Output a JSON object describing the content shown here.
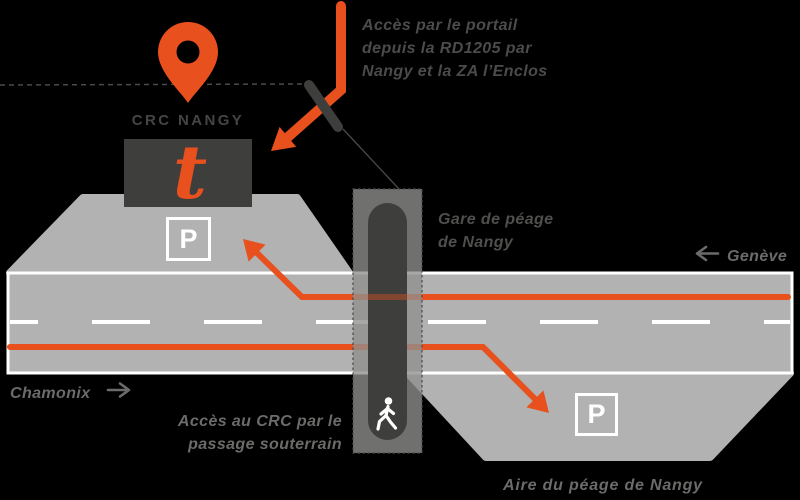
{
  "marker": {
    "location": "CRC NANGY",
    "logo_letter": "t"
  },
  "notes": {
    "portal_access": {
      "line1": "Accès par le portail",
      "line2": "depuis la RD1205 par",
      "line3": "Nangy et la ZA l’Enclos"
    },
    "toll_station": {
      "line1": "Gare de péage",
      "line2": "de Nangy"
    },
    "underpass_access": {
      "line1": "Accès au CRC par le",
      "line2": "passage souterrain"
    },
    "toll_area": "Aire du péage de Nangy"
  },
  "directions": {
    "geneva": "Genève",
    "chamonix": "Chamonix"
  },
  "signs": {
    "parking": "P"
  },
  "icons": {
    "pin": "location-pin-icon",
    "pedestrian": "pedestrian-icon",
    "gate": "portal-gate-icon",
    "logo": "telepeage-t-logo",
    "geneva_arrow": "left-arrow-icon",
    "chamonix_arrow": "right-arrow-icon"
  },
  "colors": {
    "accent_orange": "#E8501E",
    "dark_gray": "#3E3E3D",
    "road_gray": "#B2B2B2",
    "background": "#000000",
    "text_dark": "#4B4B4A",
    "text_light": "#6B6B6A",
    "white": "#FFFFFF"
  }
}
